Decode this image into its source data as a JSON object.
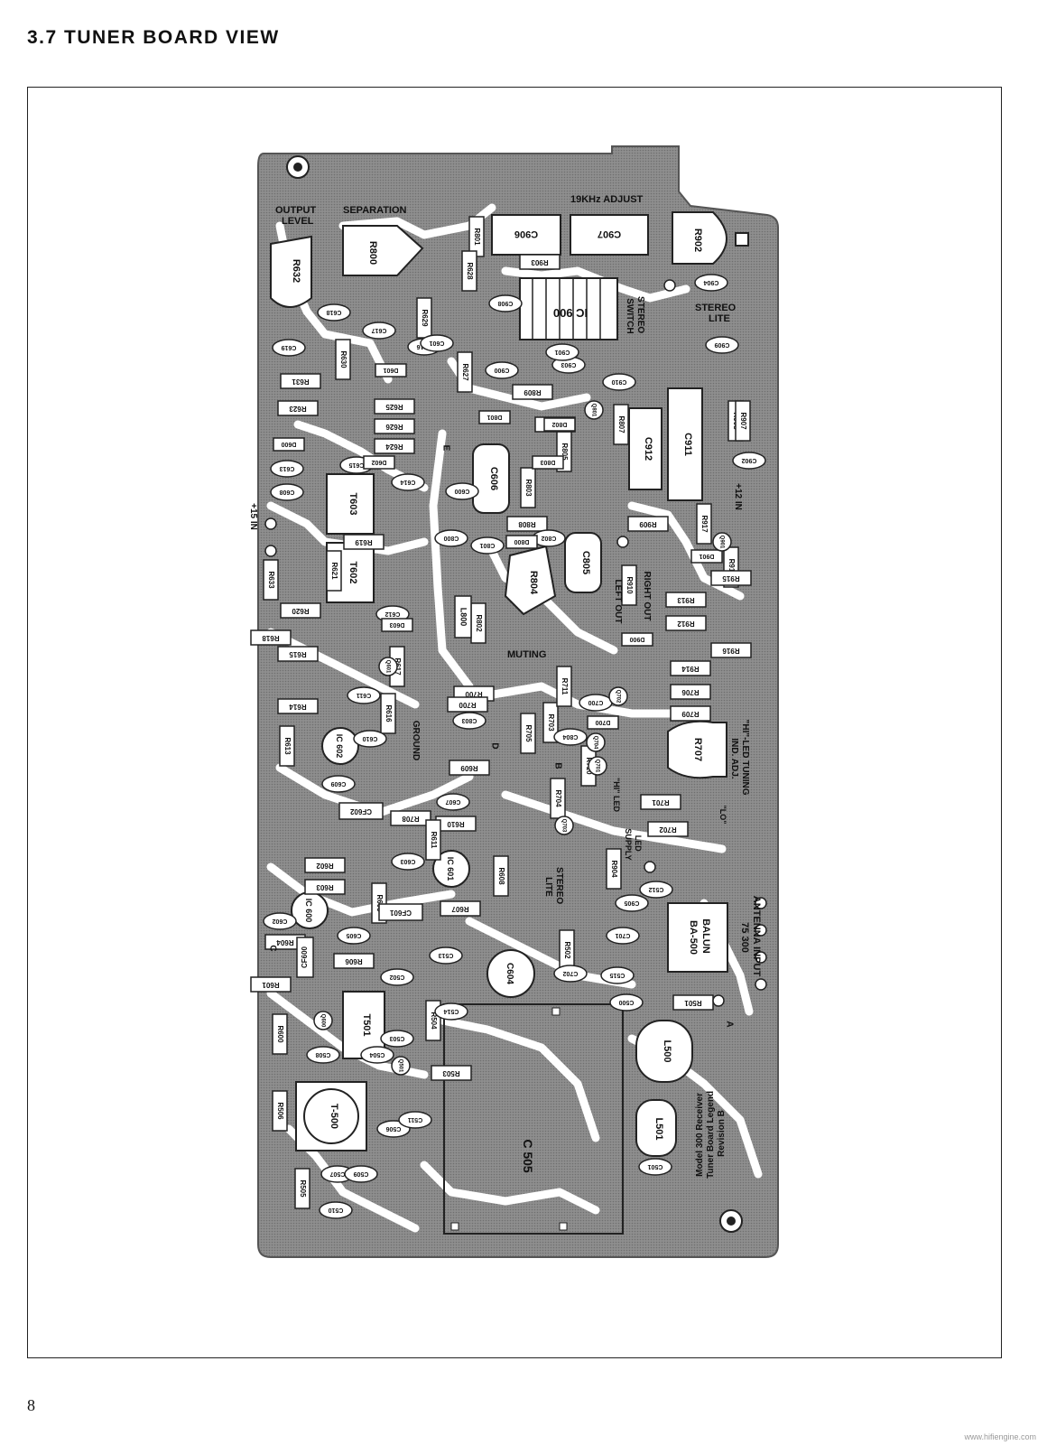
{
  "page": {
    "title": "3.7  TUNER BOARD VIEW",
    "page_number": "8",
    "watermark": "www.hifiengine.com"
  },
  "board": {
    "legend": [
      "Model 300 Receiver",
      "Tuner Board Legend",
      "Revision B"
    ],
    "adjustments": {
      "output_level": [
        "OUTPUT",
        "LEVEL"
      ],
      "separation": "SEPARATION",
      "khz_adjust": "19KHz ADJUST",
      "stereo_lite_top": [
        "STEREO",
        "LITE"
      ],
      "stereo_switch": [
        "STEREO",
        "SWITCH"
      ],
      "muting": "MUTING",
      "ground": "GROUND",
      "hi_led_tuning": [
        "\"HI\"-LED TUNING",
        "IND. ADJ."
      ],
      "antenna_input": [
        "ANTENNA INPUT",
        "75  300"
      ],
      "balun": [
        "BALUN",
        "BA-500"
      ],
      "stereo_lite_mid": [
        "STEREO",
        "LITE"
      ],
      "left_out": "LEFT OUT",
      "right_out": "RIGHT OUT",
      "led_supply": [
        "LED",
        "SUPPLY"
      ],
      "hi_led": "\"HI\" LED",
      "lo": "\"LO\"",
      "plus15": "+15 IN",
      "plus12": "+12 IN"
    },
    "pots": {
      "r632": "R632",
      "r800": "R800",
      "r902": "R902",
      "r804": "R804",
      "r707": "R707",
      "t500": "T-500"
    },
    "ics": {
      "ic900": "IC 900",
      "ic602": "IC 602",
      "ic601": "IC 601",
      "ic600": "IC 600"
    },
    "transformers": {
      "t603": "T603",
      "t602": "T602",
      "t501": "T501",
      "l500": "L500",
      "l501": "L501"
    },
    "caps_large": {
      "c912": "C912",
      "c911": "C911",
      "c606": "C606",
      "c805": "C805",
      "c604": "C604",
      "c505": "C 505"
    },
    "resistors": [
      "R801",
      "R903",
      "R628",
      "R627",
      "R809",
      "R623",
      "R626",
      "R625",
      "R624",
      "R631",
      "R621",
      "R619",
      "R620",
      "R615",
      "R614",
      "R613",
      "R616",
      "R617",
      "R618",
      "R633",
      "R805",
      "R803",
      "R806",
      "R808",
      "R802",
      "R807",
      "R909",
      "R908",
      "R907",
      "R917",
      "R911",
      "R915",
      "R913",
      "R912",
      "R916",
      "R914",
      "R910",
      "R706",
      "R705",
      "R703",
      "R709",
      "R704",
      "R701",
      "R702",
      "R700",
      "R710",
      "R711",
      "R708",
      "R609",
      "R610",
      "R611",
      "R608",
      "R607",
      "R605",
      "R603",
      "R602",
      "R604",
      "R606",
      "R601",
      "R600",
      "R505",
      "R506",
      "R503",
      "R504",
      "R502",
      "R501",
      "R904",
      "R629",
      "R630",
      "R700"
    ],
    "capacitors": [
      "C906",
      "C907",
      "C908",
      "C903",
      "C904",
      "C909",
      "C910",
      "C902",
      "C900",
      "C901",
      "C618",
      "C617",
      "C616",
      "C619",
      "C615",
      "C614",
      "C613",
      "C612",
      "C611",
      "C610",
      "C609",
      "C608",
      "C607",
      "C605",
      "C603",
      "C602",
      "C601",
      "C600",
      "C800",
      "C801",
      "C802",
      "C803",
      "C804",
      "C700",
      "C701",
      "C702",
      "C500",
      "C501",
      "C502",
      "C503",
      "C504",
      "C506",
      "C507",
      "C508",
      "C509",
      "C510",
      "C511",
      "C512",
      "C513",
      "C514",
      "C515",
      "C905"
    ],
    "diodes": [
      "D600",
      "D601",
      "D602",
      "D603",
      "D800",
      "D801",
      "D802",
      "D803",
      "D900",
      "D901",
      "D700"
    ],
    "transistors": [
      "Q801",
      "Q901",
      "Q701",
      "Q702",
      "Q703",
      "Q704",
      "Q501",
      "Q601",
      "Q600"
    ],
    "filters": [
      "CF602",
      "CF601",
      "CF600"
    ],
    "inductors": [
      "L800"
    ],
    "test_points": [
      "A",
      "B",
      "C",
      "D",
      "E"
    ]
  }
}
